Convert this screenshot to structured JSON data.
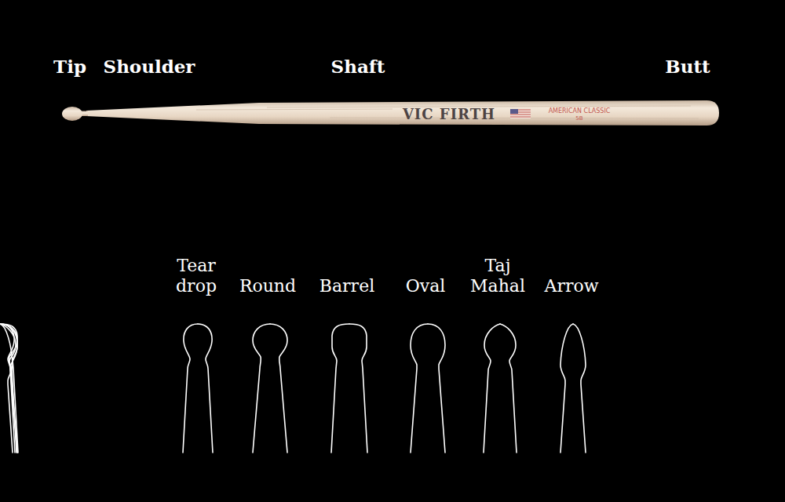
{
  "diagram": {
    "labels": [
      "Tip",
      "Shoulder",
      "Shaft",
      "Butt",
      "VIC FIRTH",
      "AMERICAN CLASSIC",
      "5B",
      "Tear drop",
      "Round",
      "Barrel",
      "Oval",
      "Taj Mahal",
      "Arrow"
    ]
  }
}
